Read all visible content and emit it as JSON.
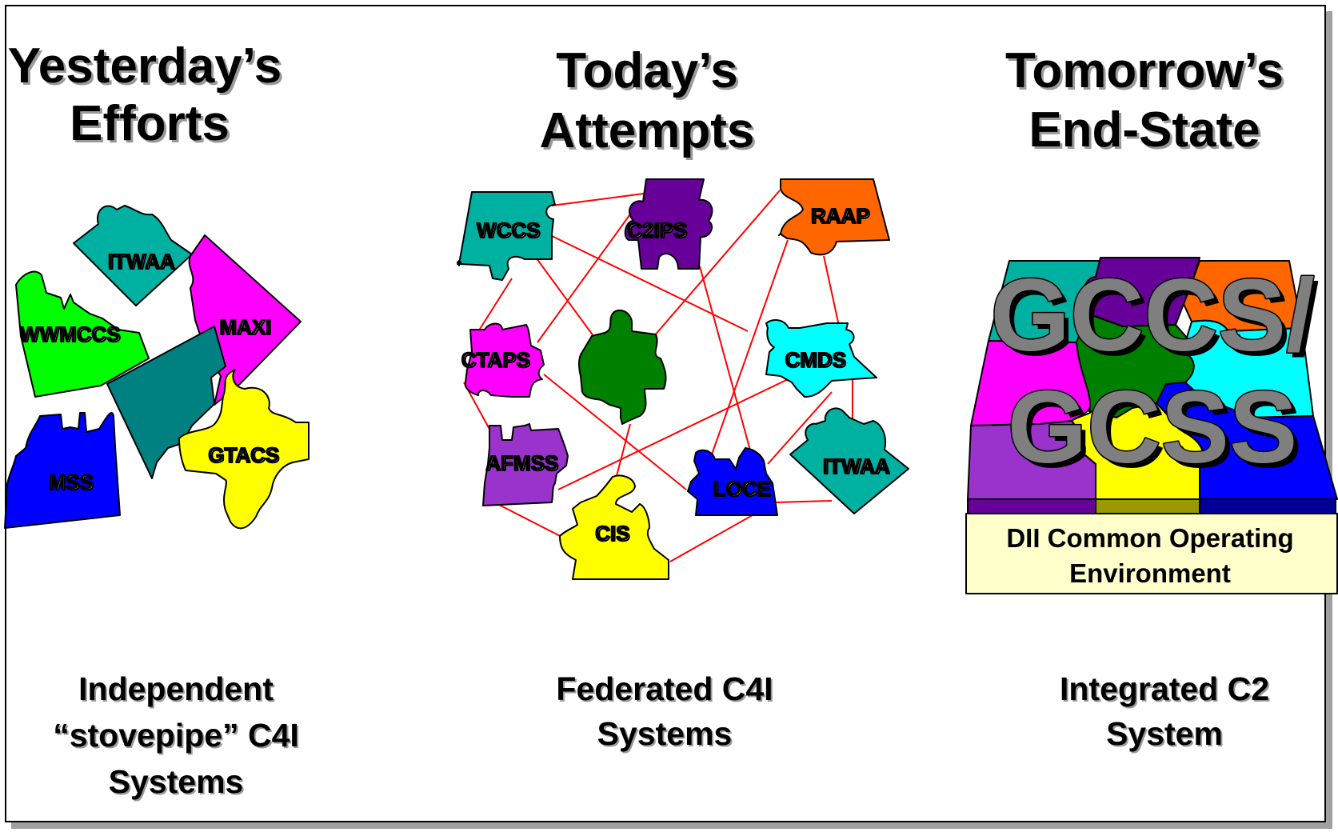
{
  "columns": [
    {
      "title_lines": [
        "Yesterday’s",
        "Efforts"
      ],
      "caption_lines": [
        "Independent",
        "“stovepipe” C4I",
        "Systems"
      ]
    },
    {
      "title_lines": [
        "Today’s",
        "Attempts"
      ],
      "caption_lines": [
        "Federated C4I",
        "Systems"
      ]
    },
    {
      "title_lines": [
        "Tomorrow’s",
        "End-State"
      ],
      "caption_lines": [
        "Integrated C2",
        "System"
      ]
    }
  ],
  "yesterday_pieces": [
    {
      "label": "ITWAA",
      "color": "#00B0A0"
    },
    {
      "label": "MAXI",
      "color": "#FF00FF"
    },
    {
      "label": "WWMCCS",
      "color": "#00FF00"
    },
    {
      "label": "",
      "color": "#008080"
    },
    {
      "label": "MSS",
      "color": "#0000FF"
    },
    {
      "label": "GTACS",
      "color": "#FFFF00"
    }
  ],
  "today_pieces": [
    {
      "label": "WCCS",
      "color": "#00B0A0"
    },
    {
      "label": "C2IPS",
      "color": "#660099"
    },
    {
      "label": "RAAP",
      "color": "#FF6600"
    },
    {
      "label": "CTAPS",
      "color": "#FF00FF"
    },
    {
      "label": "",
      "color": "#008000"
    },
    {
      "label": "CMDS",
      "color": "#00FFFF"
    },
    {
      "label": "AFMSS",
      "color": "#9933CC"
    },
    {
      "label": "CIS",
      "color": "#FFFF00"
    },
    {
      "label": "LOCE",
      "color": "#0000FF"
    },
    {
      "label": "ITWAA",
      "color": "#00B0A0"
    }
  ],
  "link_color": "#FF0000",
  "tomorrow": {
    "big_lines": [
      "GCCS/",
      "GCSS"
    ],
    "coe_lines": [
      "DII Common Operating",
      "Environment"
    ],
    "coe_color": "#FFFFCC"
  }
}
